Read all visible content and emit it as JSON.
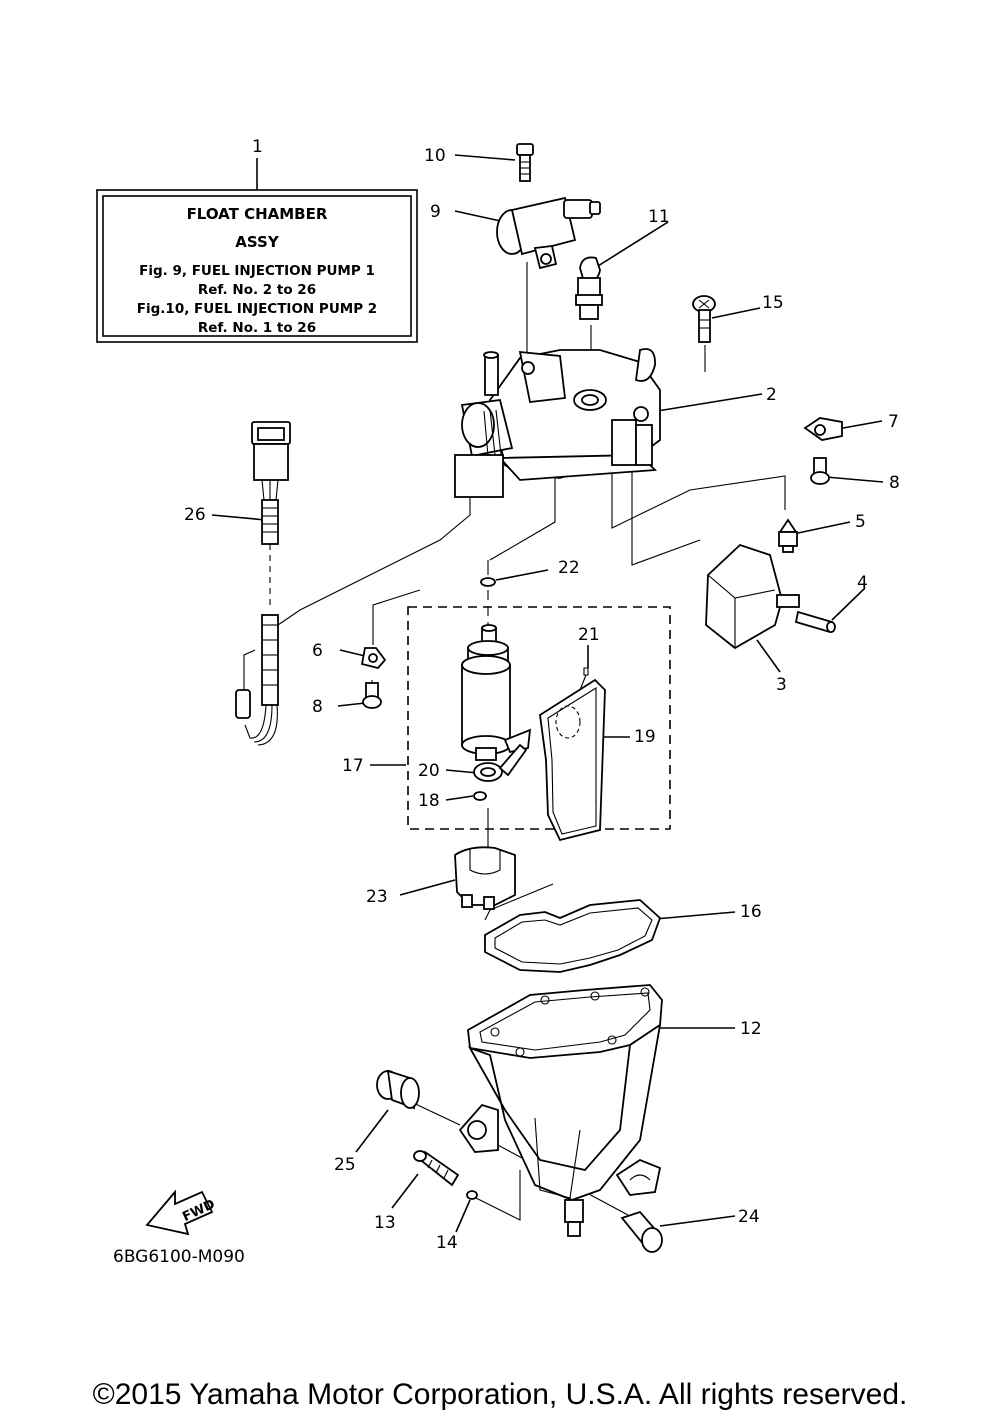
{
  "info_box": {
    "line1": "FLOAT CHAMBER",
    "line2": "ASSY",
    "line3": "Fig.  9, FUEL INJECTION PUMP 1",
    "line4": "Ref. No. 2 to 26",
    "line5": "Fig.10, FUEL INJECTION PUMP 2",
    "line6": "Ref. No. 1 to 26"
  },
  "callouts": {
    "c1": "1",
    "c2": "2",
    "c3": "3",
    "c4": "4",
    "c5": "5",
    "c6": "6",
    "c7": "7",
    "c8a": "8",
    "c8b": "8",
    "c9": "9",
    "c10": "10",
    "c11": "11",
    "c12": "12",
    "c13": "13",
    "c14": "14",
    "c15": "15",
    "c16": "16",
    "c17": "17",
    "c18": "18",
    "c19": "19",
    "c20": "20",
    "c21": "21",
    "c22": "22",
    "c23": "23",
    "c24": "24",
    "c25": "25",
    "c26": "26"
  },
  "fwd_label": "FWD",
  "diagram_code": "6BG6100-M090",
  "copyright": "©2015 Yamaha Motor Corporation, U.S.A. All rights reserved."
}
